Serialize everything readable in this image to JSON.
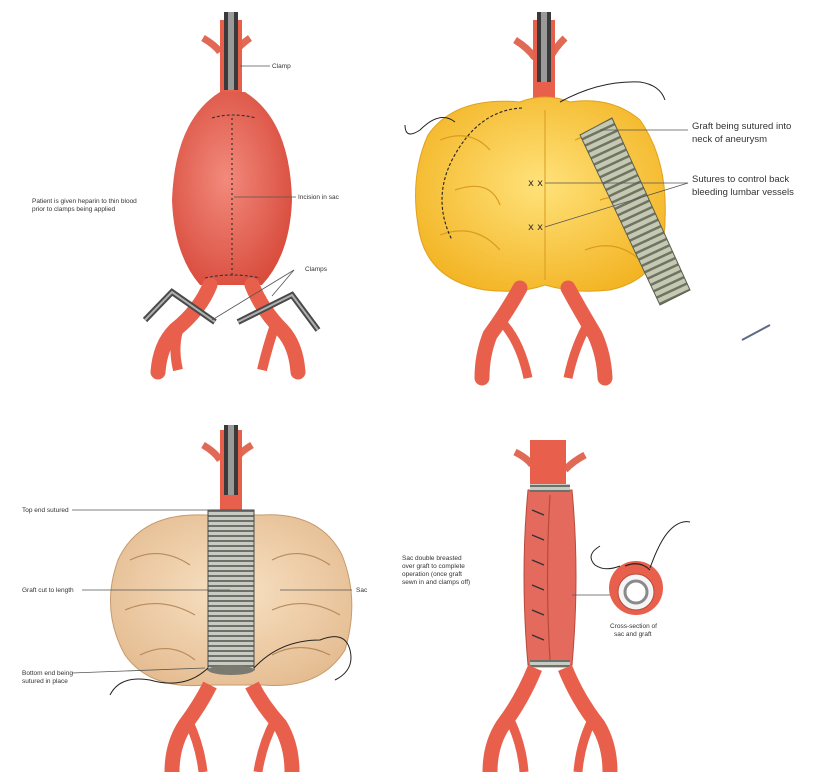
{
  "panel_a": {
    "clamp_top": "Clamp",
    "heparin_note_line1": "Patient is given heparin to thin blood",
    "heparin_note_line2": "prior to clamps being applied",
    "incision": "Incision in sac",
    "clamps_bottom": "Clamps"
  },
  "panel_b": {
    "graft_line1": "Graft being sutured into",
    "graft_line2": "neck of aneurysm",
    "sutures_line1": "Sutures to control back",
    "sutures_line2": "bleeding lumbar vessels"
  },
  "panel_c": {
    "top_end": "Top end sutured",
    "graft_length": "Graft cut to length",
    "sac": "Sac",
    "bottom_line1": "Bottom end being",
    "bottom_line2": "sutured in place"
  },
  "panel_d": {
    "sac_line1": "Sac double breasted",
    "sac_line2": "over graft to complete",
    "sac_line3": "operation (once graft",
    "sac_line4": "sewn in and clamps off)",
    "cross_line1": "Cross-section of",
    "cross_line2": "sac and graft"
  },
  "colors": {
    "artery": "#e8604c",
    "aneurysm": "#ea6b5e",
    "sac_open": "#f7c83a",
    "sac_closed": "#f2d3b0",
    "graft": "#9a9a8a"
  }
}
